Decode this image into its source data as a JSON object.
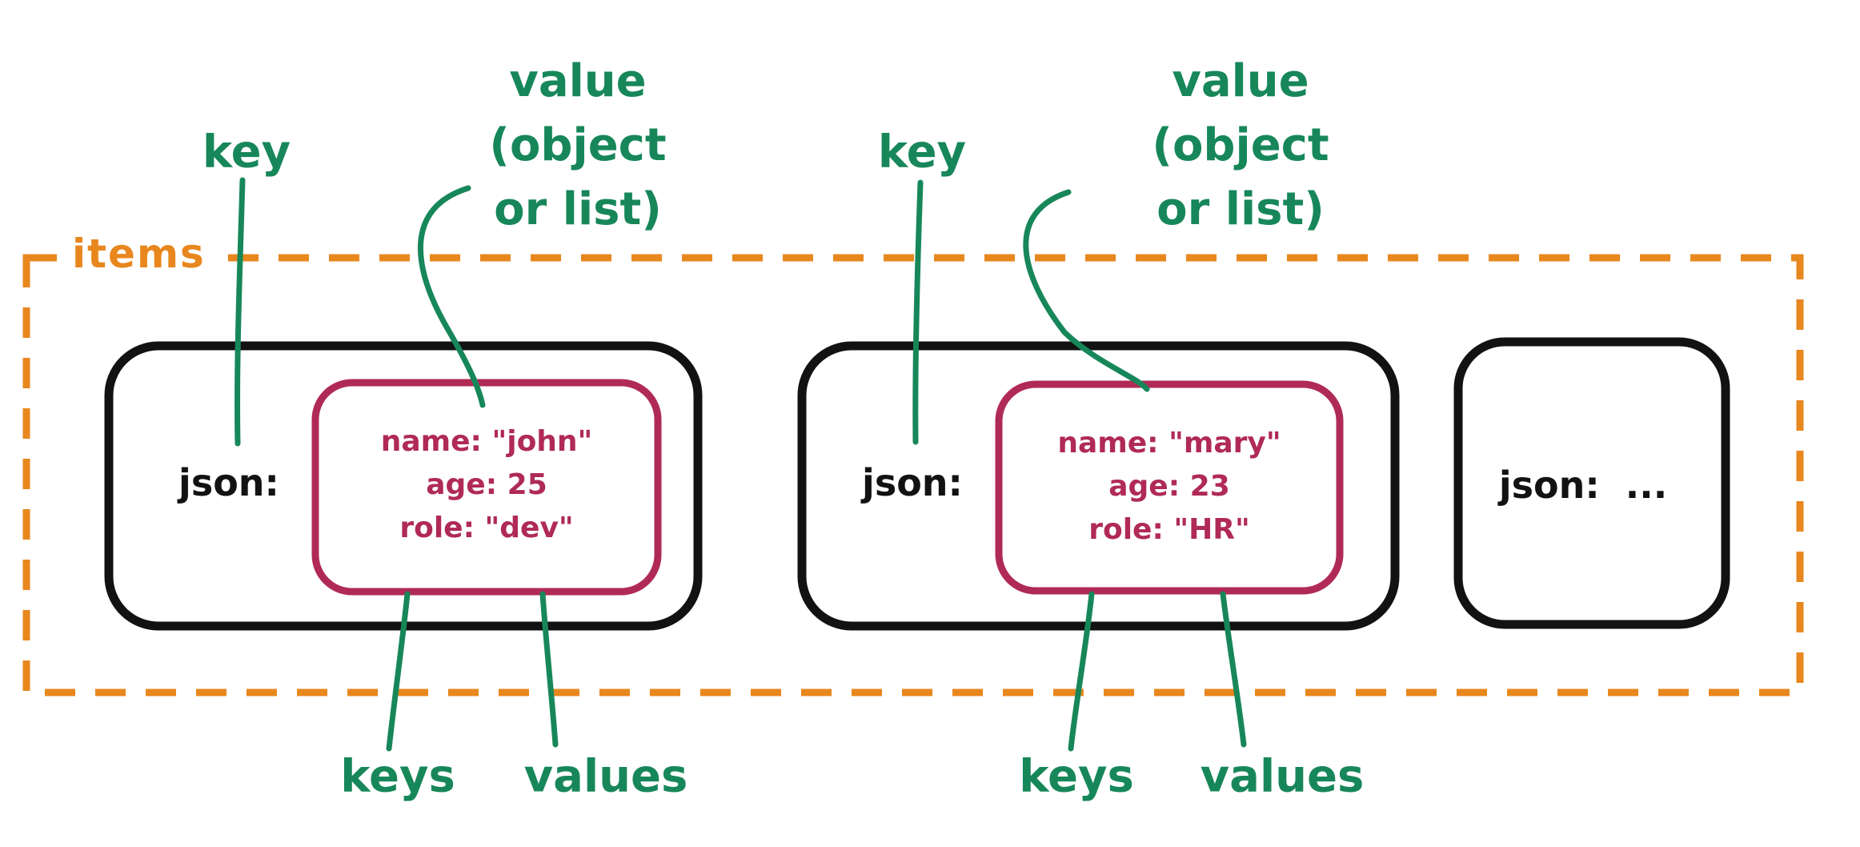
{
  "colors": {
    "orange": "#E8871E",
    "green": "#17875A",
    "crimson": "#B02A56",
    "ink": "#121212"
  },
  "annotations": {
    "items": "items",
    "key_left": "key",
    "key_right": "key",
    "value_left": [
      "value",
      "(object",
      "or list)"
    ],
    "value_right": [
      "value",
      "(object",
      "or list)"
    ],
    "keys_left": "keys",
    "values_left": "values",
    "keys_right": "keys",
    "values_right": "values"
  },
  "items_list": [
    {
      "key": "json:",
      "object_lines": [
        "name: \"john\"",
        "age: 25",
        "role: \"dev\""
      ]
    },
    {
      "key": "json:",
      "object_lines": [
        "name: \"mary\"",
        "age: 23",
        "role: \"HR\""
      ]
    },
    {
      "key": "json:  ..."
    }
  ]
}
